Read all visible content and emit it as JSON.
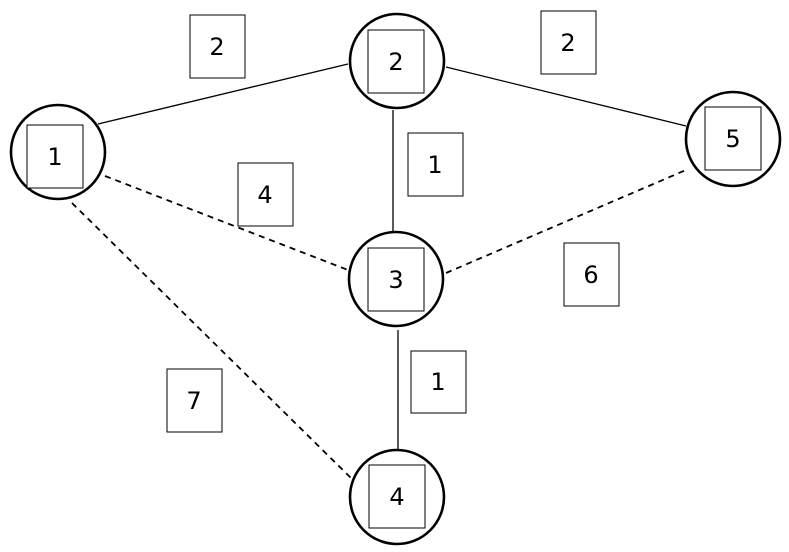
{
  "graph": {
    "nodes": [
      {
        "id": "1",
        "label": "1"
      },
      {
        "id": "2",
        "label": "2"
      },
      {
        "id": "3",
        "label": "3"
      },
      {
        "id": "4",
        "label": "4"
      },
      {
        "id": "5",
        "label": "5"
      }
    ],
    "edges": [
      {
        "from": "1",
        "to": "2",
        "weight": "2",
        "style": "solid"
      },
      {
        "from": "2",
        "to": "5",
        "weight": "2",
        "style": "solid"
      },
      {
        "from": "2",
        "to": "3",
        "weight": "1",
        "style": "solid"
      },
      {
        "from": "1",
        "to": "3",
        "weight": "4",
        "style": "dashed"
      },
      {
        "from": "3",
        "to": "5",
        "weight": "6",
        "style": "dashed"
      },
      {
        "from": "3",
        "to": "4",
        "weight": "1",
        "style": "solid"
      },
      {
        "from": "1",
        "to": "4",
        "weight": "7",
        "style": "dashed"
      }
    ]
  }
}
